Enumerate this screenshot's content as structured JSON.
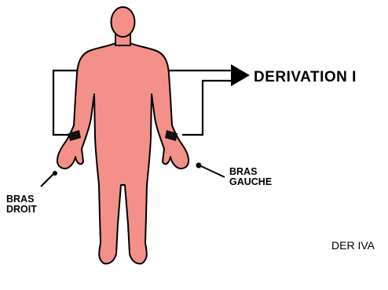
{
  "diagram": {
    "lead_label": "DERIVATION I",
    "right_arm_label": [
      "BRAS",
      "DROIT"
    ],
    "left_arm_label": [
      "BRAS",
      "GAUCHE"
    ],
    "footer_caption": "DER IVA",
    "colors": {
      "body_fill": "#f4908a",
      "outline": "#000000",
      "electrode_band": "#111111",
      "background": "#ffffff"
    }
  }
}
